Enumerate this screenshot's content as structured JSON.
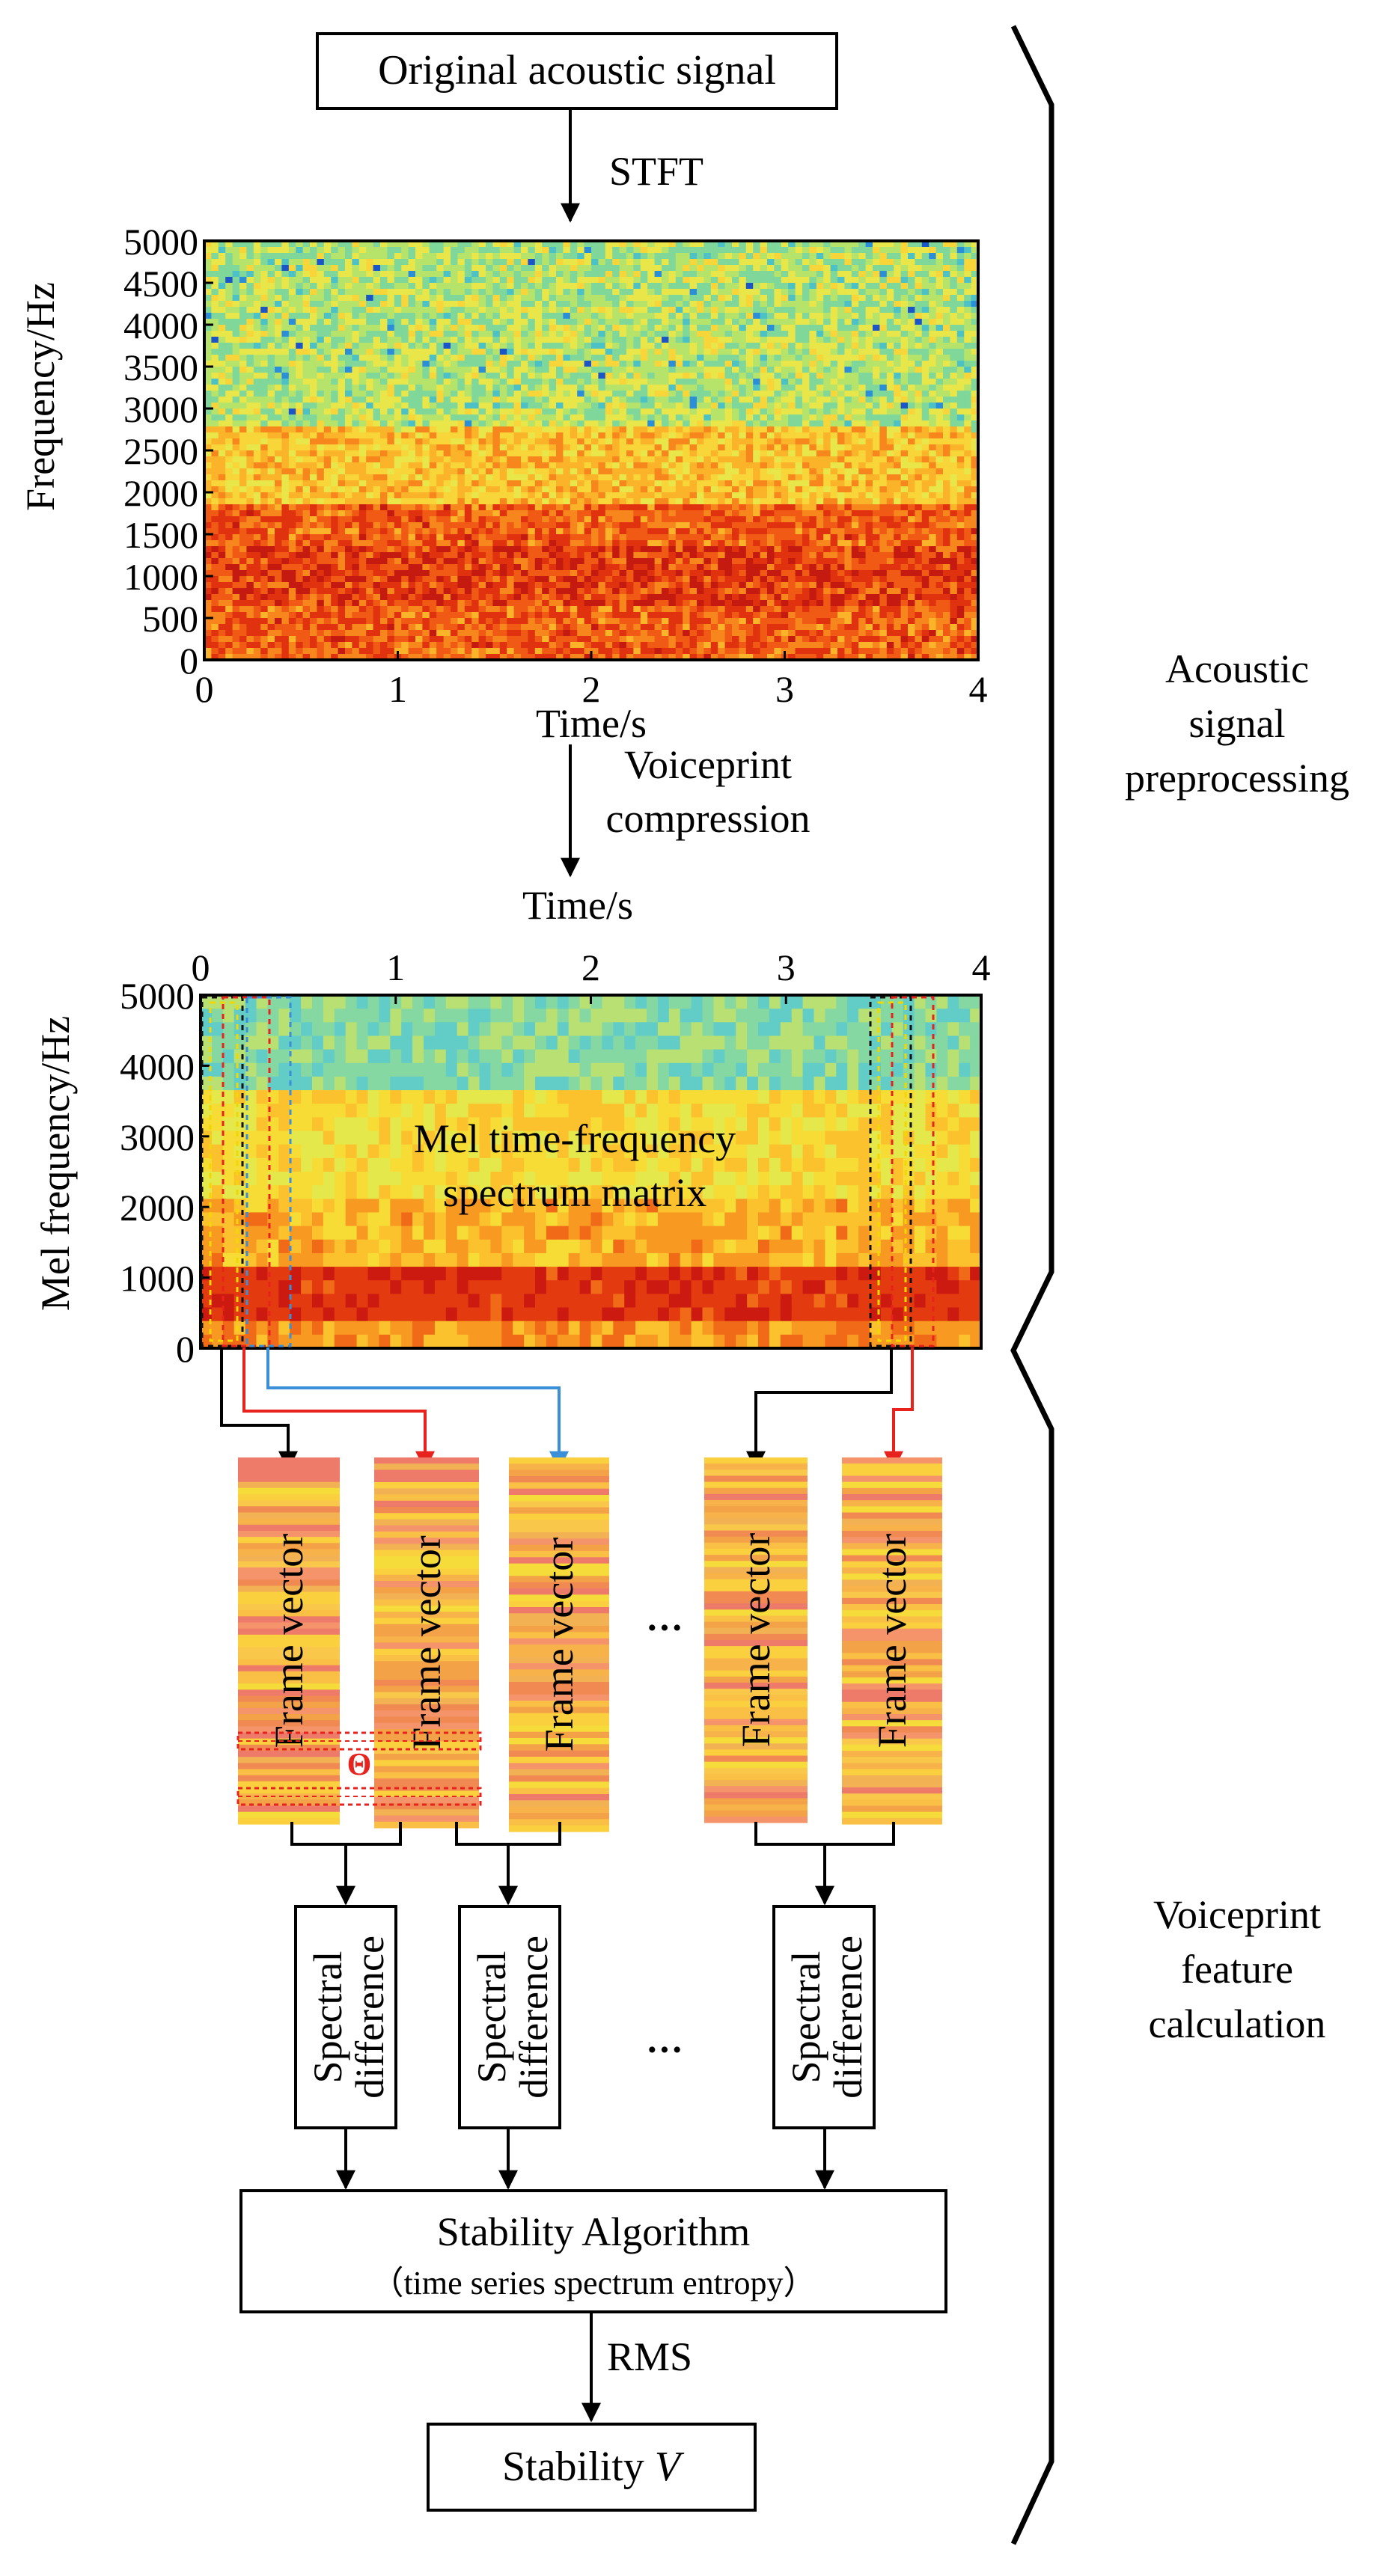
{
  "boxes": {
    "input": "Original acoustic signal",
    "stability_title": "Stability Algorithm",
    "stability_sub": "（time series spectrum entropy）",
    "output_prefix": "Stability ",
    "output_var": "V"
  },
  "arrows": {
    "stft": "STFT",
    "compression_1": "Voiceprint",
    "compression_2": "compression",
    "rms": "RMS"
  },
  "spectrogram": {
    "ylabel": "Frequency/Hz",
    "xlabel": "Time/s",
    "yticks": [
      "0",
      "500",
      "1000",
      "1500",
      "2000",
      "2500",
      "3000",
      "3500",
      "4000",
      "4500",
      "5000"
    ],
    "xticks": [
      "0",
      "1",
      "2",
      "3",
      "4"
    ]
  },
  "mel": {
    "ylabel": "Mel frequency/Hz",
    "xlabel": "Time/s",
    "yticks": [
      "0",
      "1000",
      "2000",
      "3000",
      "4000",
      "5000"
    ],
    "xticks": [
      "0",
      "1",
      "2",
      "3",
      "4"
    ],
    "label_1": "Mel time-frequency",
    "label_2": "spectrum matrix"
  },
  "frames": {
    "label": "Frame vector",
    "operator": "Θ",
    "ellipsis": "···"
  },
  "diffs": {
    "line1": "Spectral",
    "line2": "difference",
    "ellipsis": "···"
  },
  "stages": {
    "stage1_l1": "Acoustic",
    "stage1_l2": "signal",
    "stage1_l3": "preprocessing",
    "stage2_l1": "Voiceprint",
    "stage2_l2": "feature",
    "stage2_l3": "calculation"
  },
  "colors": {
    "red_arrow": "#e8231d",
    "blue_arrow": "#3a8fd8",
    "black": "#000000"
  }
}
